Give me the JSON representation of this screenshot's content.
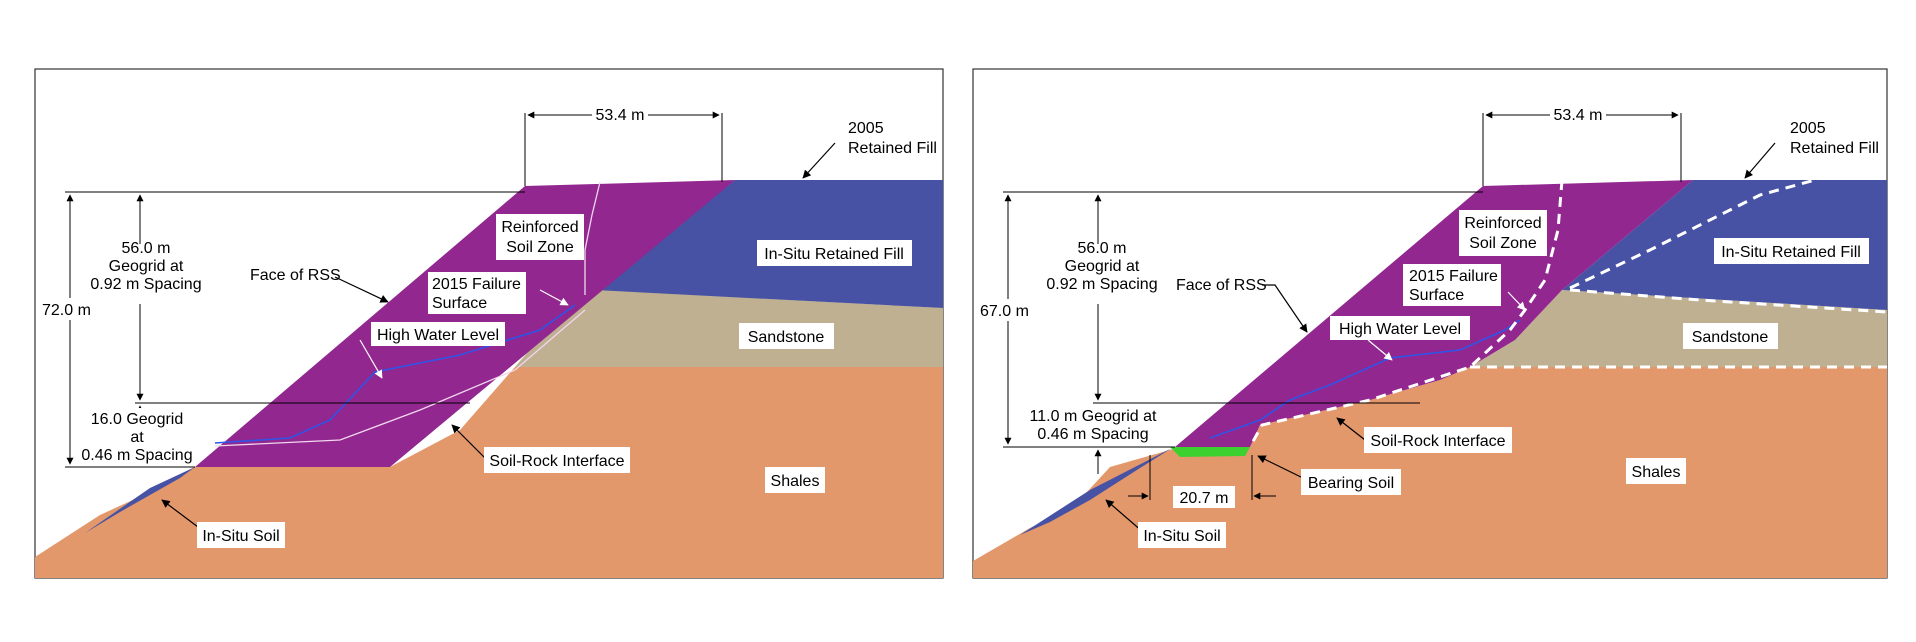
{
  "colors": {
    "shales": "#E3986B",
    "sandstone": "#BFB092",
    "retained_fill": "#4752A5",
    "reinforced_zone": "#91278F",
    "bearing_soil": "#3DD130",
    "water_line": "#2F54E8",
    "dashed_line": "#FFFFFF"
  },
  "left_panel": {
    "dimension_top": "53.4 m",
    "retained_fill_2005": [
      "2005",
      "Retained Fill"
    ],
    "reinforced_soil_zone": [
      "Reinforced",
      "Soil Zone"
    ],
    "in_situ_retained_fill": "In-Situ Retained Fill",
    "face_of_rss": "Face of RSS",
    "failure_surface_2015": [
      "2015 Failure",
      "Surface"
    ],
    "geogrid_upper": [
      "56.0 m",
      "Geogrid at",
      "0.92 m Spacing"
    ],
    "total_height": "72.0 m",
    "high_water_level": "High Water Level",
    "sandstone": "Sandstone",
    "geogrid_lower": [
      "16.0 Geogrid",
      "at",
      "0.46 m Spacing"
    ],
    "soil_rock_interface": "Soil-Rock Interface",
    "shales": "Shales",
    "in_situ_soil": "In-Situ Soil"
  },
  "right_panel": {
    "dimension_top": "53.4 m",
    "retained_fill_2005": [
      "2005",
      "Retained Fill"
    ],
    "reinforced_soil_zone": [
      "Reinforced",
      "Soil Zone"
    ],
    "in_situ_retained_fill": "In-Situ Retained Fill",
    "face_of_rss": "Face of RSS",
    "failure_surface_2015": [
      "2015 Failure",
      "Surface"
    ],
    "geogrid_upper": [
      "56.0 m",
      "Geogrid at",
      "0.92 m Spacing"
    ],
    "total_height": "67.0 m",
    "high_water_level": "High Water Level",
    "sandstone": "Sandstone",
    "geogrid_lower": [
      "11.0 m Geogrid at",
      "0.46 m Spacing"
    ],
    "soil_rock_interface": "Soil-Rock Interface",
    "bearing_soil": "Bearing Soil",
    "bearing_width": "20.7 m",
    "shales": "Shales",
    "in_situ_soil": "In-Situ Soil"
  }
}
